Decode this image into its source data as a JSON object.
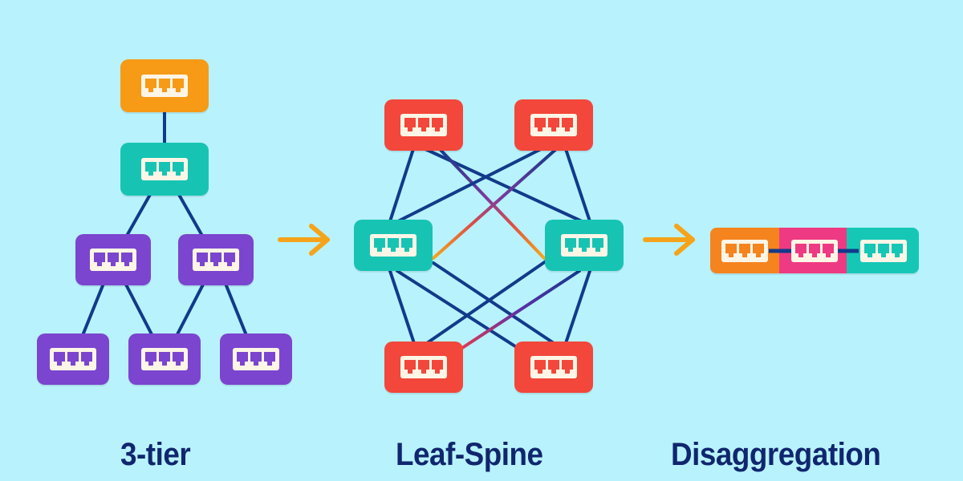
{
  "title": {
    "visible": "cut-off (illegible, white text at top edge)"
  },
  "colors": {
    "background": "#b8f2fc",
    "link": "#123a8a",
    "arrow": "#f5a31a",
    "core": "#f79a16",
    "aggregation": "#17c4b3",
    "access": "#7b45cf",
    "spine": "#f2473a",
    "leaf": "#17c4b3",
    "disagg_orange": "#f5841f",
    "disagg_pink": "#ee3a82",
    "disagg_teal": "#16c7b6",
    "port_panel": "#fdf5e6",
    "label_text": "#10266e"
  },
  "panels": [
    {
      "name": "3-tier",
      "label": "3-tier",
      "nodes": [
        {
          "id": "core",
          "role": "core switch",
          "color": "core"
        },
        {
          "id": "agg",
          "role": "aggregation switch",
          "color": "aggregation"
        },
        {
          "id": "access1",
          "role": "access switch",
          "color": "access"
        },
        {
          "id": "access2",
          "role": "access switch",
          "color": "access"
        },
        {
          "id": "edge1",
          "role": "edge switch",
          "color": "access"
        },
        {
          "id": "edge2",
          "role": "edge switch",
          "color": "access"
        },
        {
          "id": "edge3",
          "role": "edge switch",
          "color": "access"
        }
      ],
      "links": [
        [
          "core",
          "agg"
        ],
        [
          "agg",
          "access1"
        ],
        [
          "agg",
          "access2"
        ],
        [
          "access1",
          "edge1"
        ],
        [
          "access1",
          "edge2"
        ],
        [
          "access2",
          "edge2"
        ],
        [
          "access2",
          "edge3"
        ]
      ]
    },
    {
      "name": "leaf-spine",
      "label": "Leaf-Spine",
      "nodes": [
        {
          "id": "spine1",
          "role": "spine switch",
          "color": "spine"
        },
        {
          "id": "spine2",
          "role": "spine switch",
          "color": "spine"
        },
        {
          "id": "leaf1",
          "role": "leaf switch",
          "color": "leaf"
        },
        {
          "id": "leaf2",
          "role": "leaf switch",
          "color": "leaf"
        },
        {
          "id": "spine3",
          "role": "spine switch",
          "color": "spine"
        },
        {
          "id": "spine4",
          "role": "spine switch",
          "color": "spine"
        }
      ],
      "links": [
        [
          "spine1",
          "leaf1"
        ],
        [
          "spine1",
          "leaf2"
        ],
        [
          "spine1",
          "leaf2",
          "gradient"
        ],
        [
          "spine2",
          "leaf1"
        ],
        [
          "spine2",
          "leaf1",
          "gradient"
        ],
        [
          "spine2",
          "leaf2"
        ],
        [
          "leaf1",
          "spine3"
        ],
        [
          "leaf1",
          "spine4"
        ],
        [
          "leaf1",
          "spine4",
          "plain2"
        ],
        [
          "leaf2",
          "spine3"
        ],
        [
          "leaf2",
          "spine3",
          "gradient"
        ],
        [
          "leaf2",
          "spine4"
        ]
      ]
    },
    {
      "name": "disaggregation",
      "label": "Disaggregation",
      "segments": [
        {
          "id": "seg1",
          "color": "disagg_orange"
        },
        {
          "id": "seg2",
          "color": "disagg_pink"
        },
        {
          "id": "seg3",
          "color": "disagg_teal"
        }
      ]
    }
  ],
  "arrows": [
    {
      "id": "arrow-3tier-to-leafspine",
      "direction": "right"
    },
    {
      "id": "arrow-leafspine-to-disagg",
      "direction": "right"
    }
  ]
}
